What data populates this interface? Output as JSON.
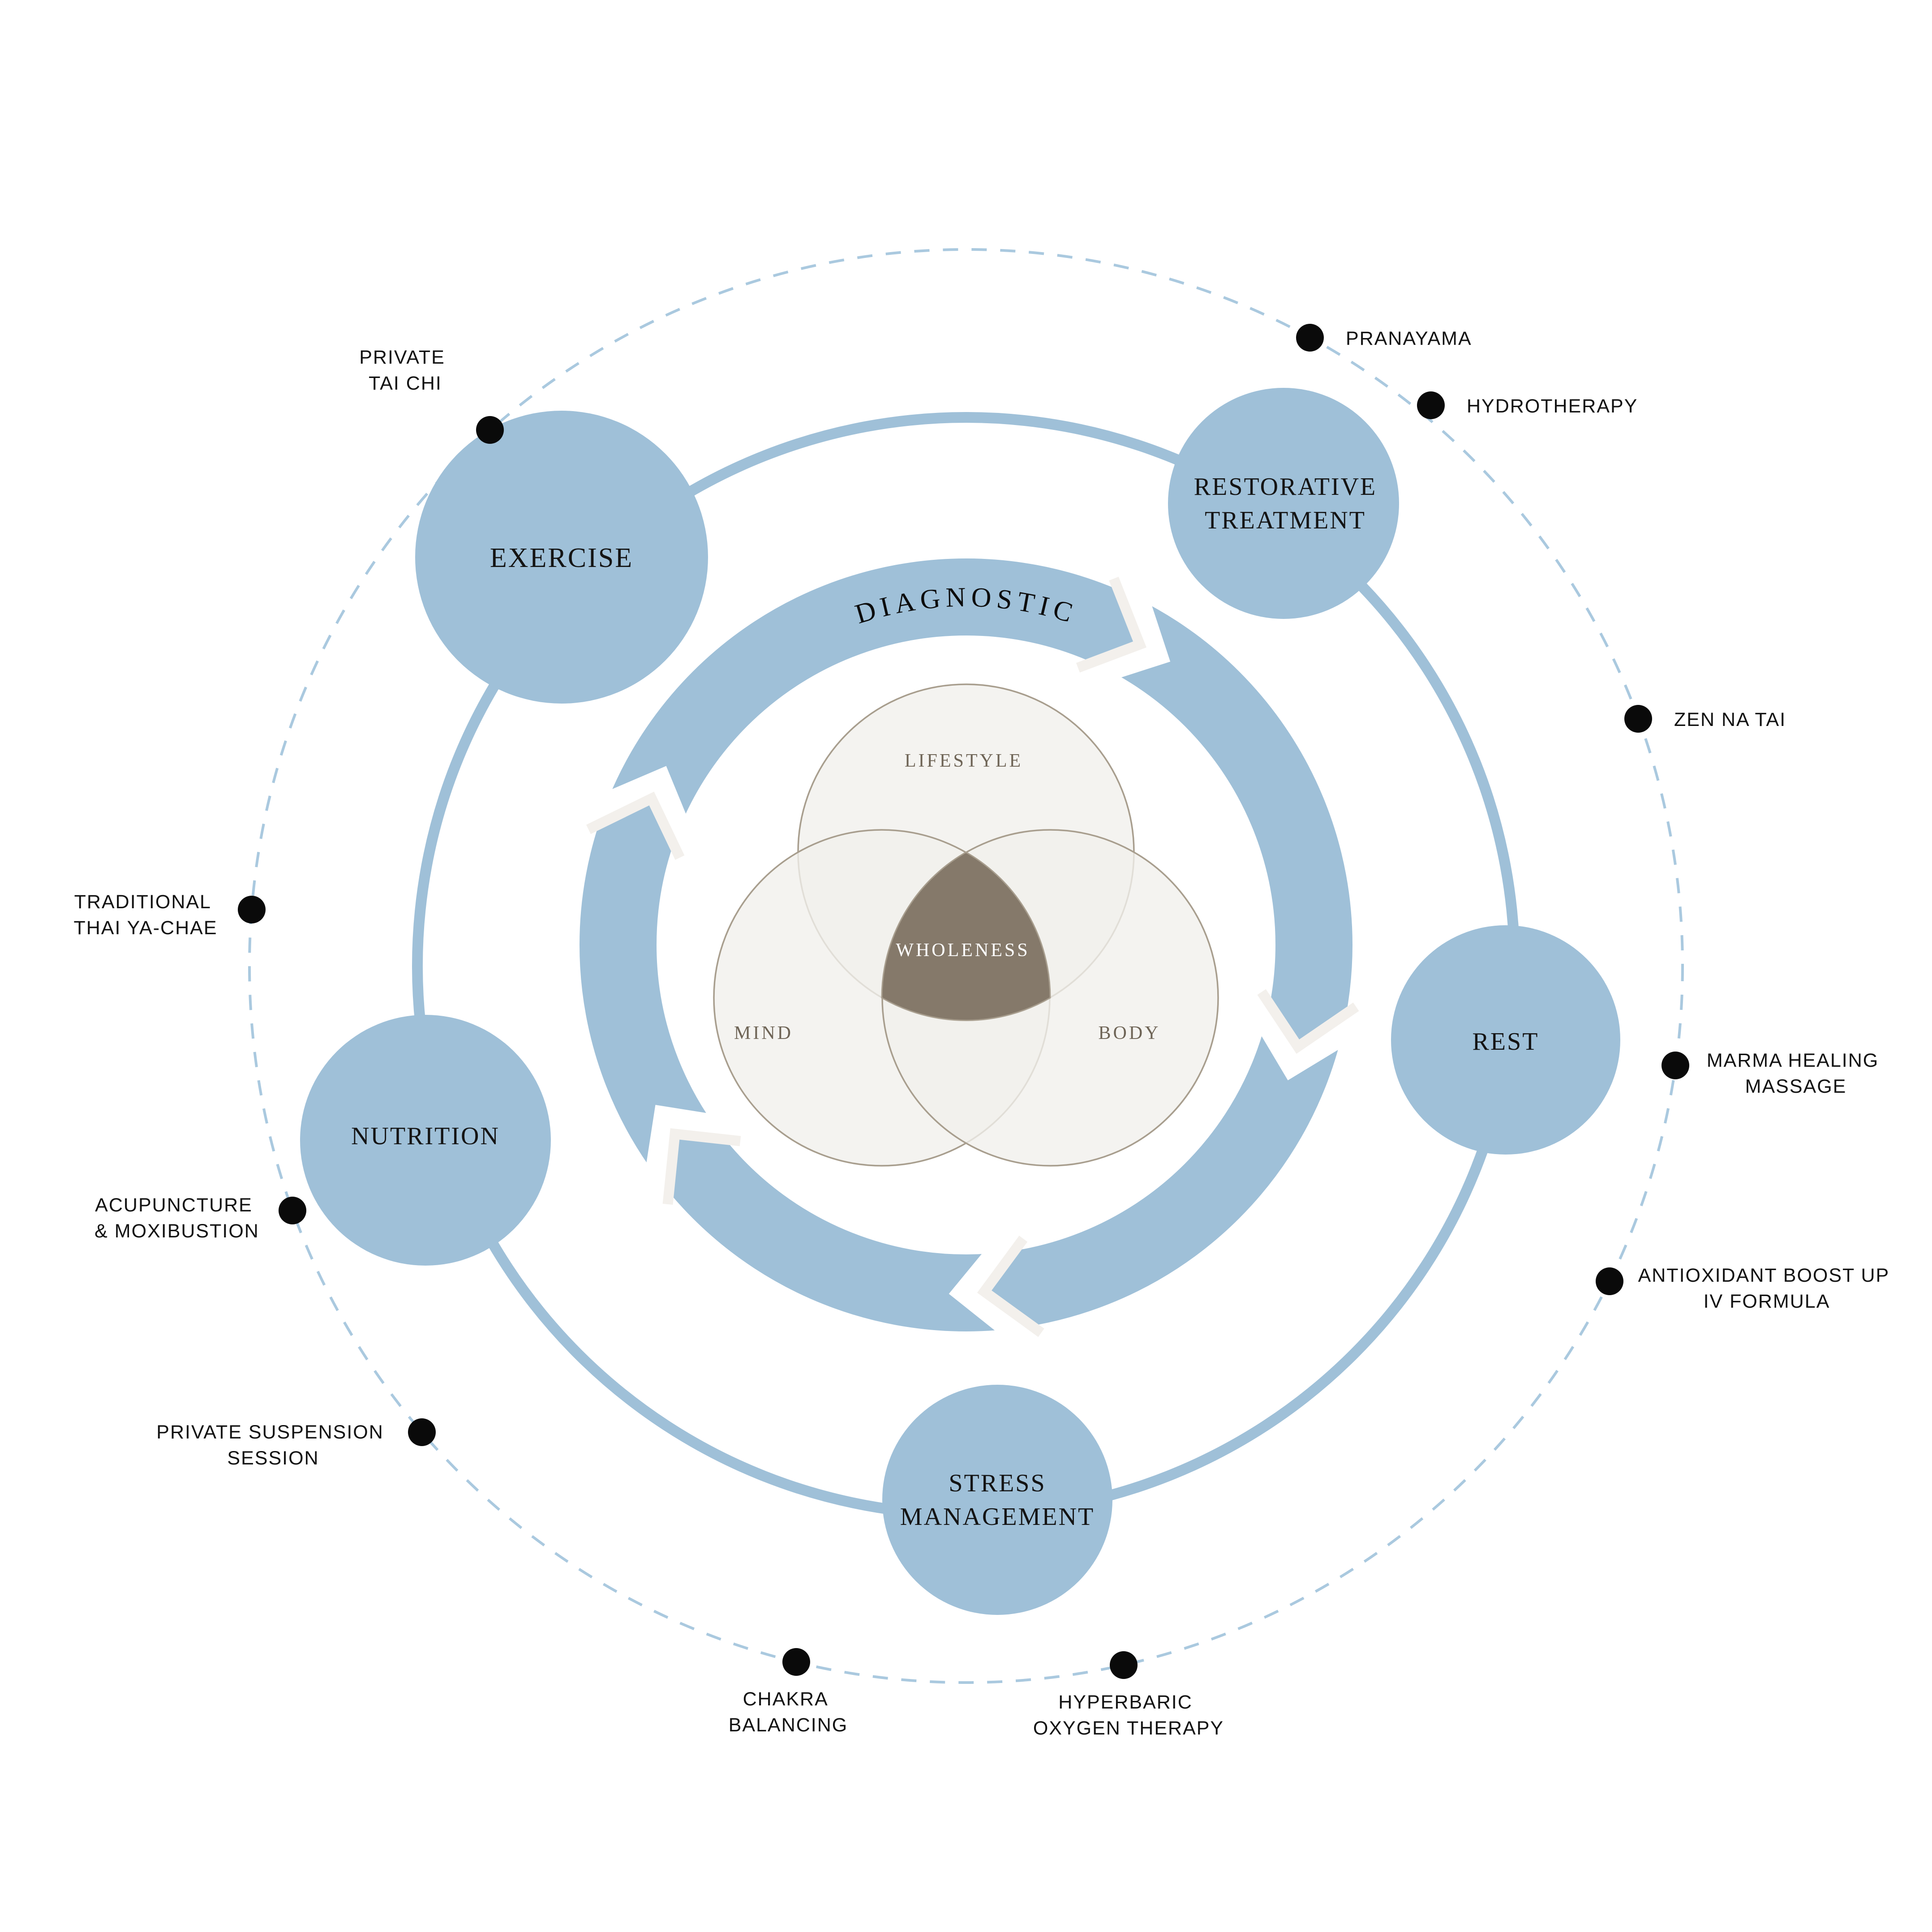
{
  "colors": {
    "blue": "#9fc0d8",
    "dashed": "#aac9df",
    "venn_fill": "#f1efec",
    "venn_stroke": "#a89e8e",
    "core_fill": "#85796a",
    "text_dark": "#121212",
    "venn_text": "#6e6456",
    "core_text": "#ffffff",
    "chevron": "#f3f0ec",
    "dot": "#0a0a0a"
  },
  "ring": {
    "label": "DIAGNOSTIC"
  },
  "venn": {
    "top": "LIFESTYLE",
    "left": "MIND",
    "right": "BODY",
    "center": "WHOLENESS"
  },
  "pillars": [
    {
      "id": "exercise",
      "line1": "EXERCISE",
      "line2": ""
    },
    {
      "id": "restorative-treatment",
      "line1": "RESTORATIVE",
      "line2": "TREATMENT"
    },
    {
      "id": "rest",
      "line1": "REST",
      "line2": ""
    },
    {
      "id": "stress-management",
      "line1": "STRESS",
      "line2": "MANAGEMENT"
    },
    {
      "id": "nutrition",
      "line1": "NUTRITION",
      "line2": ""
    }
  ],
  "treatments": [
    {
      "id": "pranayama",
      "line1": "PRANAYAMA",
      "line2": ""
    },
    {
      "id": "hydrotherapy",
      "line1": "HYDROTHERAPY",
      "line2": ""
    },
    {
      "id": "zen-na-tai",
      "line1": "ZEN NA TAI",
      "line2": ""
    },
    {
      "id": "marma-healing-massage",
      "line1": "MARMA HEALING",
      "line2": "MASSAGE"
    },
    {
      "id": "antioxidant-boost-up-iv-formula",
      "line1": "ANTIOXIDANT BOOST UP",
      "line2": "IV FORMULA"
    },
    {
      "id": "hyperbaric-oxygen-therapy",
      "line1": "HYPERBARIC",
      "line2": "OXYGEN THERAPY"
    },
    {
      "id": "chakra-balancing",
      "line1": "CHAKRA",
      "line2": "BALANCING"
    },
    {
      "id": "private-suspension-session",
      "line1": "PRIVATE SUSPENSION",
      "line2": "SESSION"
    },
    {
      "id": "acupuncture-moxibustion",
      "line1": "ACUPUNCTURE",
      "line2": "& MOXIBUSTION"
    },
    {
      "id": "traditional-thai-ya-chae",
      "line1": "TRADITIONAL",
      "line2": "THAI YA-CHAE"
    },
    {
      "id": "private-tai-chi",
      "line1": "PRIVATE",
      "line2": "TAI CHI"
    }
  ]
}
